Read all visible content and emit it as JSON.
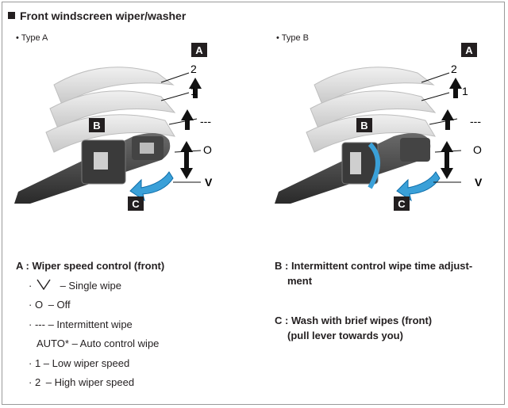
{
  "title": "Front windscreen wiper/washer",
  "type_a_label": "• Type A",
  "type_b_label": "• Type B",
  "callouts": {
    "a": "A",
    "b": "B",
    "c": "C"
  },
  "positions": {
    "p2": "2",
    "p1": "1",
    "pint": "---",
    "poff": "O",
    "psingle": "V"
  },
  "section_a": {
    "heading": "A : Wiper speed control (front)",
    "items": [
      {
        "symbol": "·",
        "text": "– Single wipe"
      },
      {
        "symbol": "· O",
        "text": "– Off"
      },
      {
        "symbol": "· ---",
        "text": "– Intermittent wipe"
      },
      {
        "symbol": "AUTO*",
        "text": "– Auto control wipe"
      },
      {
        "symbol": "· 1",
        "text": "– Low wiper speed"
      },
      {
        "symbol": "· 2",
        "text": "– High wiper speed"
      }
    ]
  },
  "section_b": {
    "line1": "B : Intermittent control wipe time adjust-",
    "line2": "ment"
  },
  "section_c": {
    "line1": "C : Wash with brief wipes (front)",
    "line2": "(pull lever towards you)"
  }
}
